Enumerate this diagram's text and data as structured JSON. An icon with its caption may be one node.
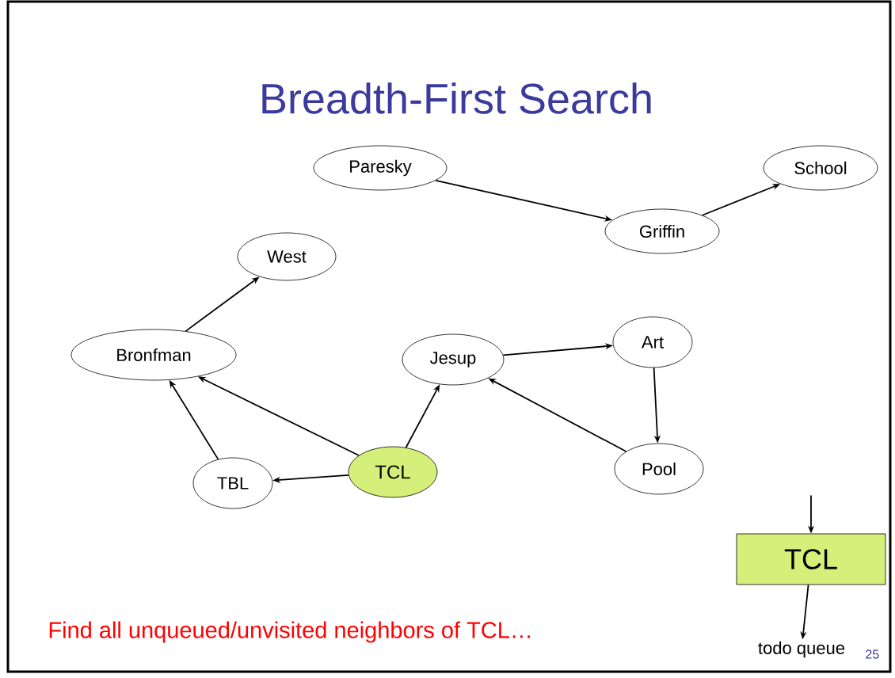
{
  "diagram": {
    "title": "Breadth-First Search",
    "nodes": [
      {
        "text": [
          "Paresky"
        ]
      },
      {
        "text": [
          "Griffin"
        ]
      },
      {
        "text": [
          "School"
        ]
      },
      {
        "text": [
          "West"
        ]
      },
      {
        "text": [
          "Bronfman"
        ]
      },
      {
        "text": [
          "Jesup"
        ]
      },
      {
        "text": [
          "Art"
        ]
      },
      {
        "text": [
          "TCL"
        ]
      },
      {
        "text": [
          "TBL"
        ]
      },
      {
        "text": [
          "Pool"
        ]
      },
      {
        "text": [
          "TCL"
        ]
      },
      {
        "text": [
          "todo queue"
        ]
      }
    ],
    "edges": [
      {
        "from": 0,
        "to": 1,
        "arrow": "to"
      },
      {
        "from": 1,
        "to": 2,
        "arrow": "to"
      },
      {
        "from": 4,
        "to": 3,
        "arrow": "to"
      },
      {
        "from": 8,
        "to": 4,
        "arrow": "to"
      },
      {
        "from": 7,
        "to": 4,
        "arrow": "to"
      },
      {
        "from": 7,
        "to": 8,
        "arrow": "to"
      },
      {
        "from": 7,
        "to": 5,
        "arrow": "to"
      },
      {
        "from": 5,
        "to": 6,
        "arrow": "to"
      },
      {
        "from": 6,
        "to": 9,
        "arrow": "to"
      },
      {
        "from": 9,
        "to": 5,
        "arrow": "to"
      },
      {
        "from": null,
        "to": 10,
        "arrow": "to"
      },
      {
        "from": 10,
        "to": 11,
        "arrow": "to"
      }
    ],
    "labels": [
      "Find all unqueued/unvisited neighbors of TCL…",
      "25"
    ]
  }
}
